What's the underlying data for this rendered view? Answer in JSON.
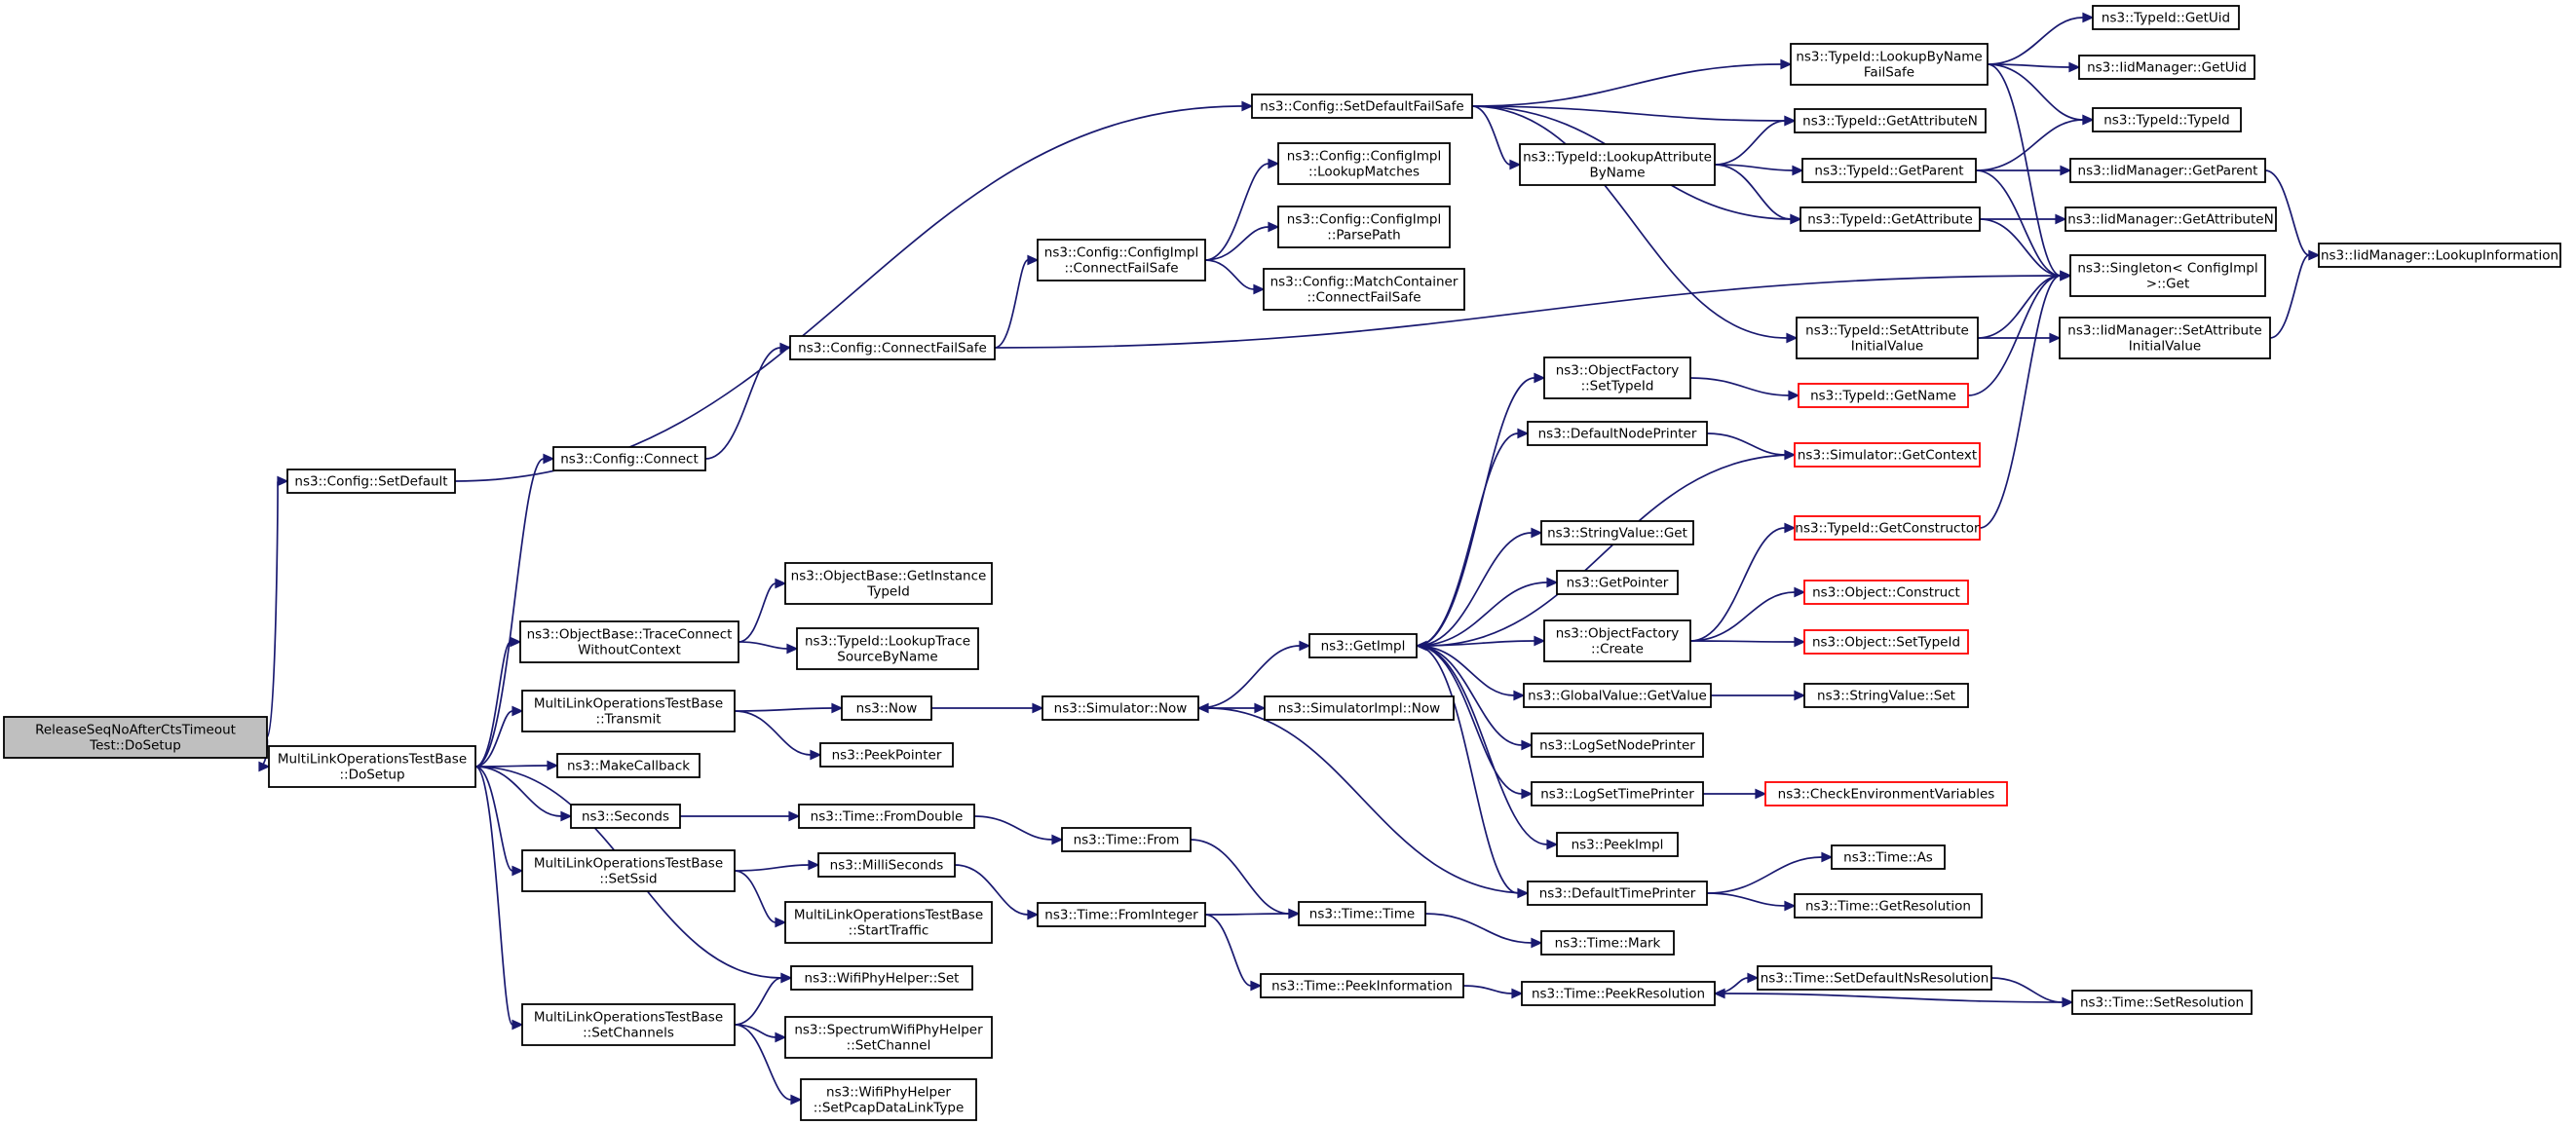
{
  "colors": {
    "edge": "#191970",
    "node_border": "#000000",
    "external_node_border": "#ff0000",
    "root_fill": "#bfbfbf"
  },
  "nodes": [
    {
      "id": "root",
      "lines": [
        "ReleaseSeqNoAfterCtsTimeout",
        "Test::DoSetup"
      ],
      "kind": "root"
    },
    {
      "id": "mlo_dosetup",
      "lines": [
        "MultiLinkOperationsTestBase",
        "::DoSetup"
      ]
    },
    {
      "id": "cfg_setdefault",
      "lines": [
        "ns3::Config::SetDefault"
      ]
    },
    {
      "id": "cfg_setdefaultfs",
      "lines": [
        "ns3::Config::SetDefaultFailSafe"
      ]
    },
    {
      "id": "cfg_connect",
      "lines": [
        "ns3::Config::Connect"
      ]
    },
    {
      "id": "cfg_connectfs",
      "lines": [
        "ns3::Config::ConnectFailSafe"
      ]
    },
    {
      "id": "cfgimpl_connectfs",
      "lines": [
        "ns3::Config::ConfigImpl",
        "::ConnectFailSafe"
      ]
    },
    {
      "id": "cfgimpl_lookup",
      "lines": [
        "ns3::Config::ConfigImpl",
        "::LookupMatches"
      ]
    },
    {
      "id": "cfgimpl_parse",
      "lines": [
        "ns3::Config::ConfigImpl",
        "::ParsePath"
      ]
    },
    {
      "id": "matchcont",
      "lines": [
        "ns3::Config::MatchContainer",
        "::ConnectFailSafe"
      ]
    },
    {
      "id": "tid_lookupbyname",
      "lines": [
        "ns3::TypeId::LookupByName",
        "FailSafe"
      ]
    },
    {
      "id": "tid_getattrn",
      "lines": [
        "ns3::TypeId::GetAttributeN"
      ]
    },
    {
      "id": "tid_lookupattr",
      "lines": [
        "ns3::TypeId::LookupAttribute",
        "ByName"
      ]
    },
    {
      "id": "tid_getparent",
      "lines": [
        "ns3::TypeId::GetParent"
      ]
    },
    {
      "id": "tid_getattr",
      "lines": [
        "ns3::TypeId::GetAttribute"
      ]
    },
    {
      "id": "tid_setattrinit",
      "lines": [
        "ns3::TypeId::SetAttribute",
        "InitialValue"
      ]
    },
    {
      "id": "tid_getuid",
      "lines": [
        "ns3::TypeId::GetUid"
      ]
    },
    {
      "id": "iid_getuid",
      "lines": [
        "ns3::IidManager::GetUid"
      ]
    },
    {
      "id": "tid_typeid",
      "lines": [
        "ns3::TypeId::TypeId"
      ]
    },
    {
      "id": "iid_getparent",
      "lines": [
        "ns3::IidManager::GetParent"
      ]
    },
    {
      "id": "iid_getattrn",
      "lines": [
        "ns3::IidManager::GetAttributeN"
      ]
    },
    {
      "id": "singleton",
      "lines": [
        "ns3::Singleton< ConfigImpl",
        " >::Get"
      ]
    },
    {
      "id": "iid_setattrinit",
      "lines": [
        "ns3::IidManager::SetAttribute",
        "InitialValue"
      ]
    },
    {
      "id": "iid_lookupinfo",
      "lines": [
        "ns3::IidManager::LookupInformation"
      ]
    },
    {
      "id": "ob_getinstance",
      "lines": [
        "ns3::ObjectBase::GetInstance",
        "TypeId"
      ]
    },
    {
      "id": "ob_traceconnect",
      "lines": [
        "ns3::ObjectBase::TraceConnect",
        "WithoutContext"
      ]
    },
    {
      "id": "tid_lookuptrace",
      "lines": [
        "ns3::TypeId::LookupTrace",
        "SourceByName"
      ]
    },
    {
      "id": "mlo_transmit",
      "lines": [
        "MultiLinkOperationsTestBase",
        "::Transmit"
      ]
    },
    {
      "id": "now",
      "lines": [
        "ns3::Now"
      ]
    },
    {
      "id": "peekpointer",
      "lines": [
        "ns3::PeekPointer"
      ]
    },
    {
      "id": "makecallback",
      "lines": [
        "ns3::MakeCallback"
      ]
    },
    {
      "id": "seconds",
      "lines": [
        "ns3::Seconds"
      ]
    },
    {
      "id": "time_fromdouble",
      "lines": [
        "ns3::Time::FromDouble"
      ]
    },
    {
      "id": "time_from",
      "lines": [
        "ns3::Time::From"
      ]
    },
    {
      "id": "mlo_setssid",
      "lines": [
        "MultiLinkOperationsTestBase",
        "::SetSsid"
      ]
    },
    {
      "id": "milliseconds",
      "lines": [
        "ns3::MilliSeconds"
      ]
    },
    {
      "id": "mlo_starttraffic",
      "lines": [
        "MultiLinkOperationsTestBase",
        "::StartTraffic"
      ]
    },
    {
      "id": "time_fromint",
      "lines": [
        "ns3::Time::FromInteger"
      ]
    },
    {
      "id": "time_time",
      "lines": [
        "ns3::Time::Time"
      ]
    },
    {
      "id": "time_mark",
      "lines": [
        "ns3::Time::Mark"
      ]
    },
    {
      "id": "time_peekinfo",
      "lines": [
        "ns3::Time::PeekInformation"
      ]
    },
    {
      "id": "time_peekres",
      "lines": [
        "ns3::Time::PeekResolution"
      ]
    },
    {
      "id": "time_setdefres",
      "lines": [
        "ns3::Time::SetDefaultNsResolution"
      ]
    },
    {
      "id": "time_setres",
      "lines": [
        "ns3::Time::SetResolution"
      ]
    },
    {
      "id": "wifiphy_set",
      "lines": [
        "ns3::WifiPhyHelper::Set"
      ]
    },
    {
      "id": "mlo_setchannels",
      "lines": [
        "MultiLinkOperationsTestBase",
        "::SetChannels"
      ]
    },
    {
      "id": "spectrum_setch",
      "lines": [
        "ns3::SpectrumWifiPhyHelper",
        "::SetChannel"
      ]
    },
    {
      "id": "wifiphy_pcap",
      "lines": [
        "ns3::WifiPhyHelper",
        "::SetPcapDataLinkType"
      ]
    },
    {
      "id": "sim_now",
      "lines": [
        "ns3::Simulator::Now"
      ]
    },
    {
      "id": "simimpl_now",
      "lines": [
        "ns3::SimulatorImpl::Now"
      ]
    },
    {
      "id": "getimpl",
      "lines": [
        "ns3::GetImpl"
      ]
    },
    {
      "id": "of_settypeid",
      "lines": [
        "ns3::ObjectFactory",
        "::SetTypeId"
      ]
    },
    {
      "id": "tid_getname",
      "lines": [
        "ns3::TypeId::GetName"
      ],
      "kind": "ext"
    },
    {
      "id": "defnodeprinter",
      "lines": [
        "ns3::DefaultNodePrinter"
      ]
    },
    {
      "id": "sim_getcontext",
      "lines": [
        "ns3::Simulator::GetContext"
      ],
      "kind": "ext"
    },
    {
      "id": "stringvalue_get",
      "lines": [
        "ns3::StringValue::Get"
      ]
    },
    {
      "id": "getpointer",
      "lines": [
        "ns3::GetPointer"
      ]
    },
    {
      "id": "tid_getctor",
      "lines": [
        "ns3::TypeId::GetConstructor"
      ],
      "kind": "ext"
    },
    {
      "id": "of_create",
      "lines": [
        "ns3::ObjectFactory",
        "::Create"
      ]
    },
    {
      "id": "obj_construct",
      "lines": [
        "ns3::Object::Construct"
      ],
      "kind": "ext"
    },
    {
      "id": "obj_settypeid",
      "lines": [
        "ns3::Object::SetTypeId"
      ],
      "kind": "ext"
    },
    {
      "id": "gv_getvalue",
      "lines": [
        "ns3::GlobalValue::GetValue"
      ]
    },
    {
      "id": "stringvalue_set",
      "lines": [
        "ns3::StringValue::Set"
      ]
    },
    {
      "id": "logsetnode",
      "lines": [
        "ns3::LogSetNodePrinter"
      ]
    },
    {
      "id": "logsettime",
      "lines": [
        "ns3::LogSetTimePrinter"
      ]
    },
    {
      "id": "checkenv",
      "lines": [
        "ns3::CheckEnvironmentVariables"
      ],
      "kind": "ext"
    },
    {
      "id": "peekimpl",
      "lines": [
        "ns3::PeekImpl"
      ]
    },
    {
      "id": "deftimeprinter",
      "lines": [
        "ns3::DefaultTimePrinter"
      ]
    },
    {
      "id": "time_as",
      "lines": [
        "ns3::Time::As"
      ]
    },
    {
      "id": "time_getres",
      "lines": [
        "ns3::Time::GetResolution"
      ]
    }
  ],
  "edges": [
    [
      "root",
      "mlo_dosetup"
    ],
    [
      "root",
      "cfg_setdefault"
    ],
    [
      "cfg_setdefault",
      "cfg_setdefaultfs"
    ],
    [
      "cfg_setdefaultfs",
      "tid_lookupbyname"
    ],
    [
      "cfg_setdefaultfs",
      "tid_getattrn"
    ],
    [
      "cfg_setdefaultfs",
      "tid_lookupattr"
    ],
    [
      "cfg_setdefaultfs",
      "tid_getattr"
    ],
    [
      "cfg_setdefaultfs",
      "tid_setattrinit"
    ],
    [
      "mlo_dosetup",
      "cfg_connect"
    ],
    [
      "cfg_connect",
      "cfg_connectfs"
    ],
    [
      "cfg_connectfs",
      "cfgimpl_connectfs"
    ],
    [
      "cfg_connectfs",
      "singleton"
    ],
    [
      "cfgimpl_connectfs",
      "cfgimpl_lookup"
    ],
    [
      "cfgimpl_connectfs",
      "cfgimpl_parse"
    ],
    [
      "cfgimpl_connectfs",
      "matchcont"
    ],
    [
      "tid_lookupbyname",
      "tid_getuid"
    ],
    [
      "tid_lookupbyname",
      "iid_getuid"
    ],
    [
      "tid_lookupbyname",
      "tid_typeid"
    ],
    [
      "tid_lookupbyname",
      "singleton"
    ],
    [
      "tid_lookupattr",
      "tid_getattrn"
    ],
    [
      "tid_lookupattr",
      "tid_getparent"
    ],
    [
      "tid_lookupattr",
      "tid_getattr"
    ],
    [
      "tid_getparent",
      "tid_typeid"
    ],
    [
      "tid_getparent",
      "iid_getparent"
    ],
    [
      "tid_getparent",
      "singleton"
    ],
    [
      "tid_getattr",
      "iid_getattrn"
    ],
    [
      "tid_getattr",
      "singleton"
    ],
    [
      "iid_getparent",
      "iid_lookupinfo"
    ],
    [
      "tid_setattrinit",
      "iid_setattrinit"
    ],
    [
      "tid_setattrinit",
      "singleton"
    ],
    [
      "iid_setattrinit",
      "iid_lookupinfo"
    ],
    [
      "mlo_dosetup",
      "ob_traceconnect"
    ],
    [
      "ob_traceconnect",
      "ob_getinstance"
    ],
    [
      "ob_traceconnect",
      "tid_lookuptrace"
    ],
    [
      "mlo_dosetup",
      "mlo_transmit"
    ],
    [
      "mlo_transmit",
      "now"
    ],
    [
      "mlo_transmit",
      "peekpointer"
    ],
    [
      "now",
      "sim_now"
    ],
    [
      "sim_now",
      "getimpl"
    ],
    [
      "sim_now",
      "simimpl_now"
    ],
    [
      "mlo_dosetup",
      "makecallback"
    ],
    [
      "mlo_dosetup",
      "seconds"
    ],
    [
      "seconds",
      "time_fromdouble"
    ],
    [
      "time_fromdouble",
      "time_from"
    ],
    [
      "time_from",
      "time_time"
    ],
    [
      "mlo_dosetup",
      "mlo_setssid"
    ],
    [
      "mlo_setssid",
      "milliseconds"
    ],
    [
      "mlo_setssid",
      "mlo_starttraffic"
    ],
    [
      "milliseconds",
      "time_fromint"
    ],
    [
      "time_fromint",
      "time_time"
    ],
    [
      "time_fromint",
      "time_peekinfo"
    ],
    [
      "time_time",
      "time_mark"
    ],
    [
      "time_peekinfo",
      "time_peekres"
    ],
    [
      "time_peekres",
      "time_setdefres"
    ],
    [
      "time_setdefres",
      "time_setres"
    ],
    [
      "time_setres",
      "time_peekres"
    ],
    [
      "mlo_dosetup",
      "wifiphy_set"
    ],
    [
      "mlo_dosetup",
      "mlo_setchannels"
    ],
    [
      "mlo_setchannels",
      "wifiphy_set"
    ],
    [
      "mlo_setchannels",
      "spectrum_setch"
    ],
    [
      "mlo_setchannels",
      "wifiphy_pcap"
    ],
    [
      "getimpl",
      "of_settypeid"
    ],
    [
      "getimpl",
      "defnodeprinter"
    ],
    [
      "getimpl",
      "stringvalue_get"
    ],
    [
      "getimpl",
      "getpointer"
    ],
    [
      "getimpl",
      "of_create"
    ],
    [
      "getimpl",
      "gv_getvalue"
    ],
    [
      "getimpl",
      "logsetnode"
    ],
    [
      "getimpl",
      "logsettime"
    ],
    [
      "getimpl",
      "peekimpl"
    ],
    [
      "getimpl",
      "deftimeprinter"
    ],
    [
      "of_settypeid",
      "tid_getname"
    ],
    [
      "tid_getname",
      "singleton"
    ],
    [
      "defnodeprinter",
      "sim_getcontext"
    ],
    [
      "sim_getcontext",
      "getimpl"
    ],
    [
      "of_create",
      "tid_getctor"
    ],
    [
      "of_create",
      "obj_construct"
    ],
    [
      "of_create",
      "obj_settypeid"
    ],
    [
      "tid_getctor",
      "singleton"
    ],
    [
      "gv_getvalue",
      "stringvalue_set"
    ],
    [
      "logsettime",
      "checkenv"
    ],
    [
      "deftimeprinter",
      "sim_now"
    ],
    [
      "deftimeprinter",
      "time_as"
    ],
    [
      "deftimeprinter",
      "time_getres"
    ]
  ]
}
